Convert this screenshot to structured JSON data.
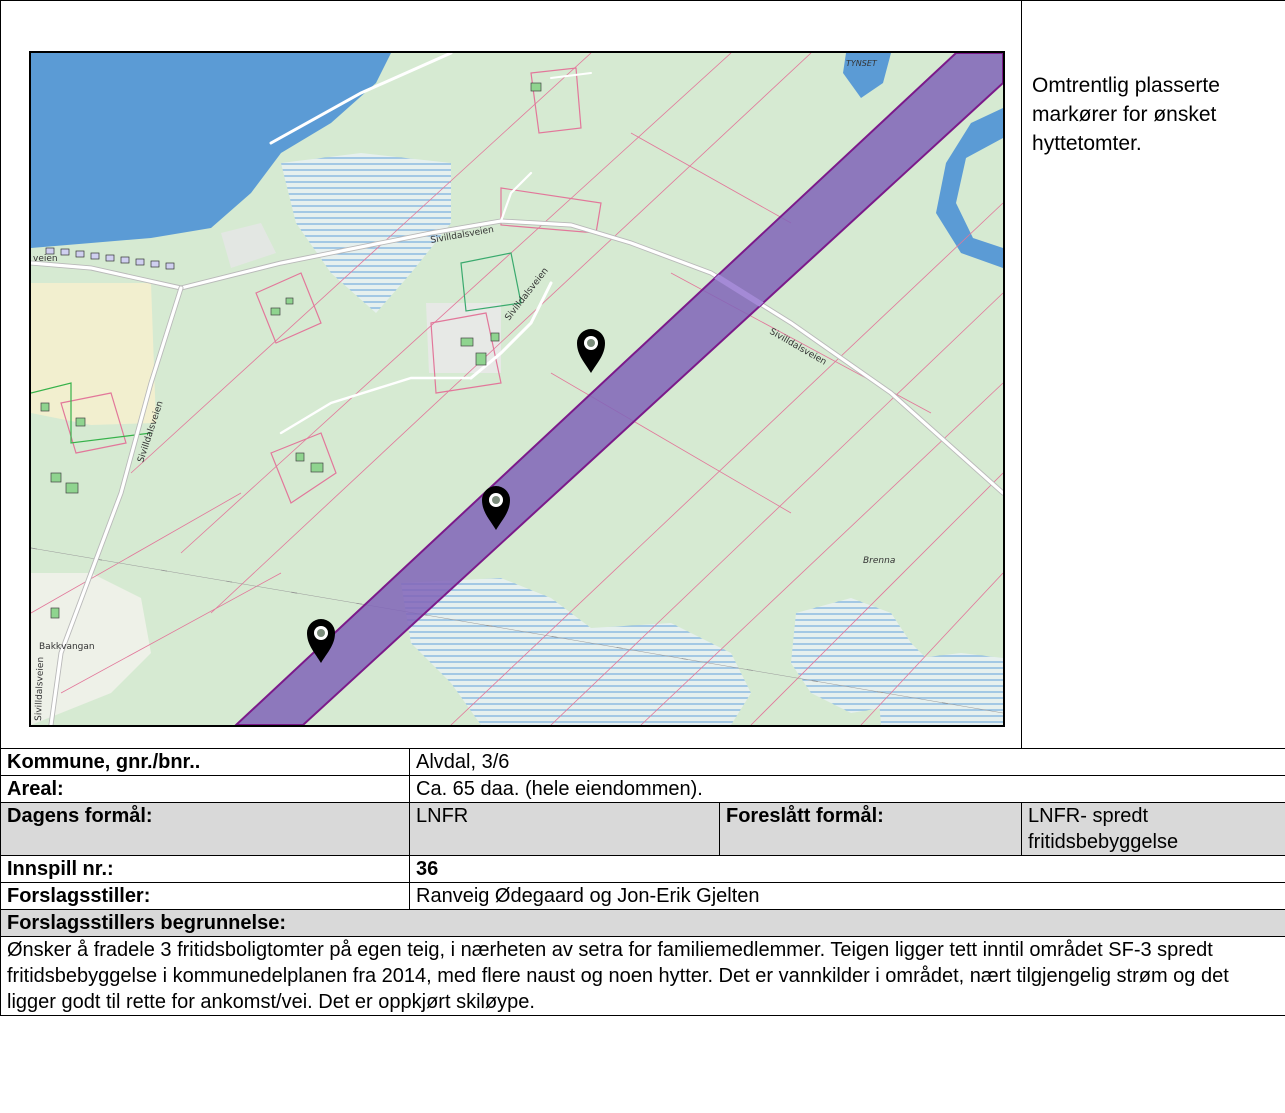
{
  "map": {
    "labels": {
      "road_upper": "Sivilldalsveien",
      "road_mid": "Sivilldalsveien",
      "road_right": "Sivilldalsveien",
      "road_left": "Sivilldalsveien",
      "road_left_top": "veien",
      "road_bottom_left": "Sivilldalsveien",
      "place_tynset": "TYNSET",
      "place_brenna": "Brenna",
      "place_bakkvangan": "Bakkvangan"
    },
    "colors": {
      "land": "#d6ead2",
      "water": "#5b9bd5",
      "zone": "#8064b8",
      "property_line": "#e2779a"
    },
    "markers": [
      {
        "id": "marker-1",
        "icon": "map-pin-icon"
      },
      {
        "id": "marker-2",
        "icon": "map-pin-icon"
      },
      {
        "id": "marker-3",
        "icon": "map-pin-icon"
      }
    ]
  },
  "side_note": "Omtrentlig plasserte markører for ønsket hyttetomter.",
  "table": {
    "kommune_label": "Kommune, gnr./bnr..",
    "kommune_value": "Alvdal, 3/6",
    "areal_label": "Areal:",
    "areal_value": "Ca. 65 daa. (hele eiendommen).",
    "dagens_label": "Dagens formål:",
    "dagens_value": "LNFR",
    "foreslatt_label": "Foreslått formål:",
    "foreslatt_value": "LNFR- spredt fritidsbebyggelse",
    "innspill_label": "Innspill nr.:",
    "innspill_value": "36",
    "forslagsstiller_label": "Forslagsstiller:",
    "forslagsstiller_value": "Ranveig Ødegaard og Jon-Erik Gjelten",
    "begrunnelse_label": "Forslagsstillers begrunnelse:",
    "begrunnelse_text": "Ønsker å fradele 3 fritidsboligtomter på egen teig, i nærheten av setra for familiemedlemmer. Teigen ligger tett inntil området SF-3 spredt fritidsbebyggelse i kommunedelplanen fra 2014, med flere naust og noen hytter. Det er vannkilder i området, nært tilgjengelig strøm og det ligger godt til rette for ankomst/vei. Det er oppkjørt skiløype."
  }
}
